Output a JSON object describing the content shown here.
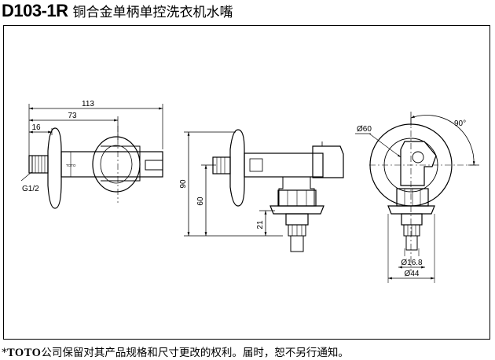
{
  "header": {
    "model": "D103-1R",
    "product_name": "铜合金单柄单控洗衣机水嘴"
  },
  "dimensions": {
    "front_length": "113",
    "front_inner": "73",
    "front_thread_len": "16",
    "thread_spec": "G1/2",
    "side_height": "90",
    "side_height_inner": "60",
    "side_outlet": "21",
    "rear_flange_dia": "Ø60",
    "rear_angle": "90°",
    "rear_inner_dia": "Ø16.8",
    "rear_outer_dia": "Ø44"
  },
  "engraving": "TOTO",
  "footer": {
    "star": "*",
    "brand": "TOTO",
    "notice": "公司保留对其产品规格和尺寸更改的权利。届时，恕不另行通知。"
  }
}
